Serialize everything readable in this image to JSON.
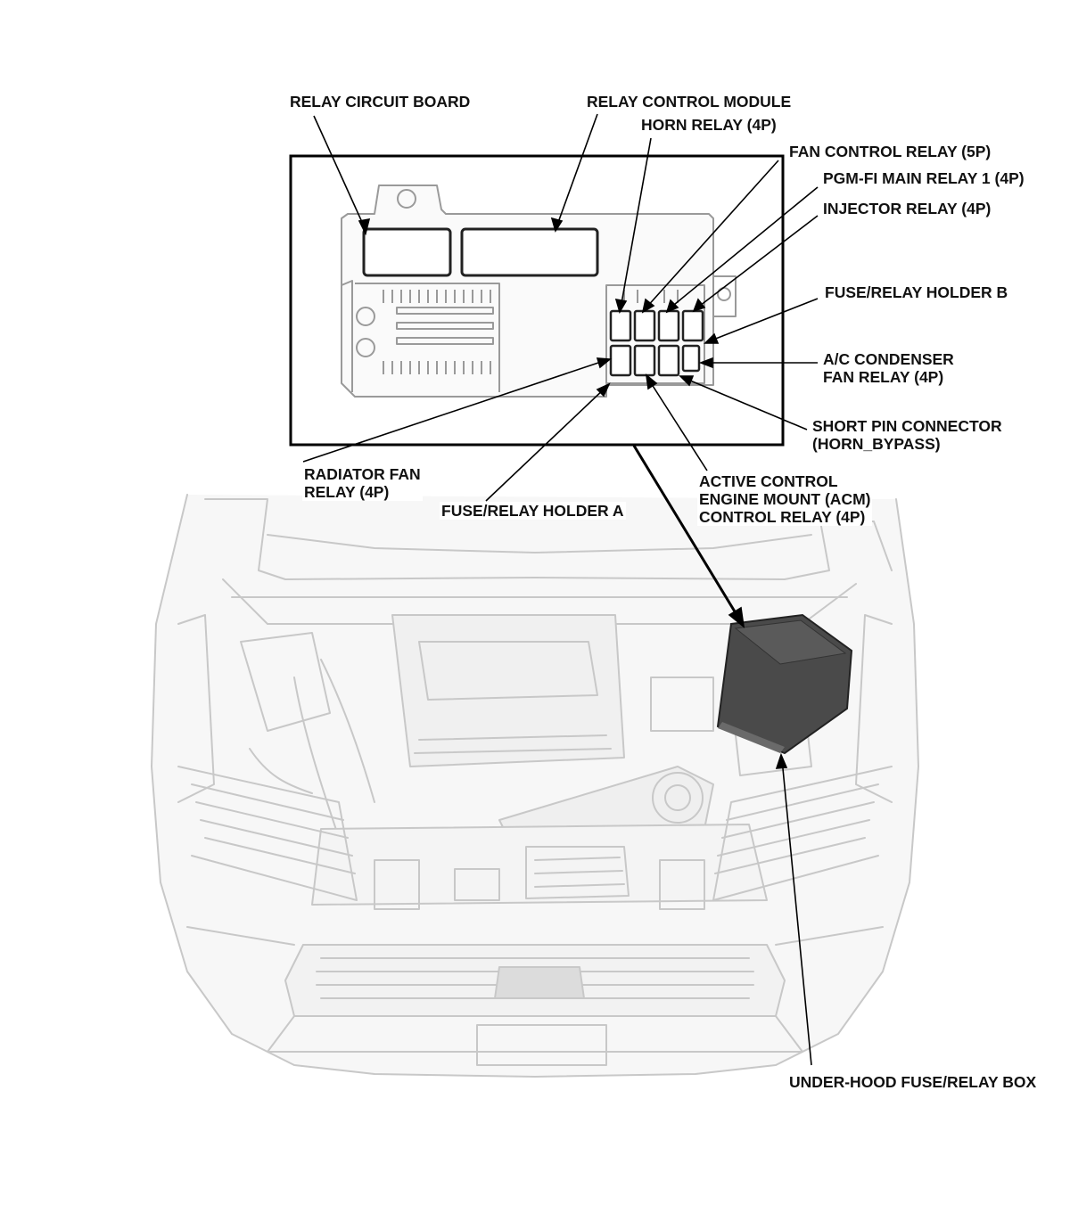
{
  "labels": {
    "relay_circuit_board": "RELAY CIRCUIT BOARD",
    "relay_control_module": "RELAY CONTROL MODULE",
    "horn_relay": "HORN RELAY (4P)",
    "fan_control_relay": "FAN CONTROL RELAY (5P)",
    "pgm_fi_main_relay": "PGM-FI MAIN RELAY 1 (4P)",
    "injector_relay": "INJECTOR RELAY (4P)",
    "fuse_relay_holder_b": "FUSE/RELAY HOLDER B",
    "ac_condenser_fan_relay_line1": "A/C CONDENSER",
    "ac_condenser_fan_relay_line2": "FAN RELAY (4P)",
    "short_pin_connector_line1": "SHORT PIN CONNECTOR",
    "short_pin_connector_line2": "(HORN_BYPASS)",
    "radiator_fan_relay_line1": "RADIATOR FAN",
    "radiator_fan_relay_line2": "RELAY (4P)",
    "fuse_relay_holder_a": "FUSE/RELAY HOLDER A",
    "acm_relay_line1": "ACTIVE CONTROL",
    "acm_relay_line2": "ENGINE MOUNT (ACM)",
    "acm_relay_line3": "CONTROL RELAY (4P)",
    "under_hood_box": "UNDER-HOOD FUSE/RELAY BOX"
  }
}
